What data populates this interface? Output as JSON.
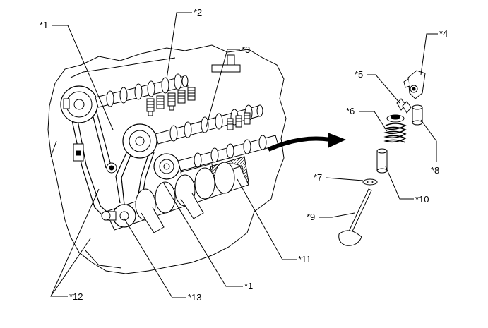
{
  "callouts": [
    {
      "id": "c1a",
      "text": "*1"
    },
    {
      "id": "c2",
      "text": "*2"
    },
    {
      "id": "c3",
      "text": "*3"
    },
    {
      "id": "c4",
      "text": "*4"
    },
    {
      "id": "c5",
      "text": "*5"
    },
    {
      "id": "c6",
      "text": "*6"
    },
    {
      "id": "c7",
      "text": "*7"
    },
    {
      "id": "c8",
      "text": "*8"
    },
    {
      "id": "c9",
      "text": "*9"
    },
    {
      "id": "c10",
      "text": "*10"
    },
    {
      "id": "c11",
      "text": "*11"
    },
    {
      "id": "c1b",
      "text": "*1"
    },
    {
      "id": "c12",
      "text": "*12"
    },
    {
      "id": "c13",
      "text": "*13"
    }
  ],
  "colors": {
    "line": "#000000",
    "fill": "#ffffff",
    "shade": "#bdbdbd",
    "light": "#e6e6e6"
  }
}
